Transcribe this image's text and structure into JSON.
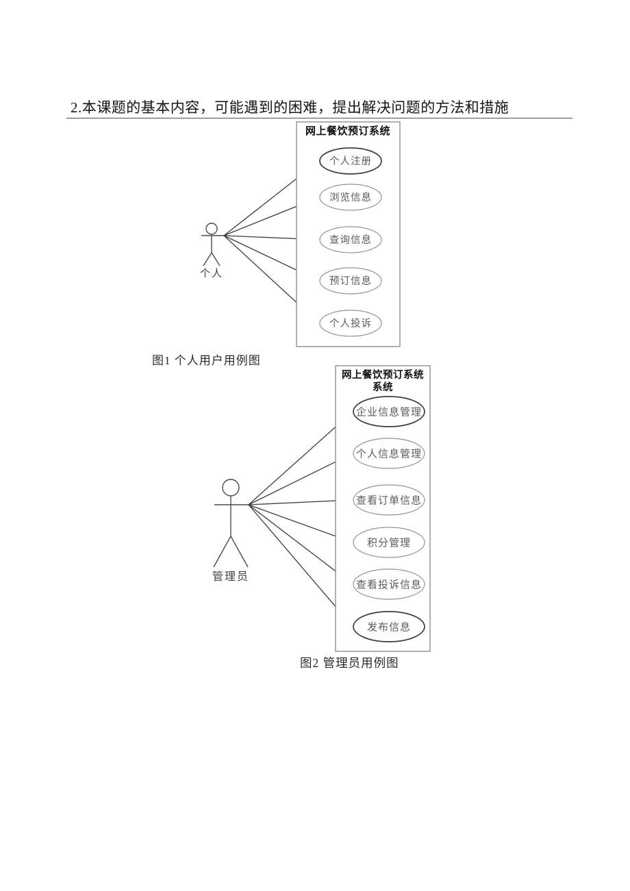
{
  "page": {
    "heading": "2.本课题的基本内容，可能遇到的困难，提出解决问题的方法和措施"
  },
  "diagrams": [
    {
      "system_title_lines": [
        "网上餐饮预订系统"
      ],
      "actor": {
        "label": "个人"
      },
      "use_cases": [
        {
          "label": "个人注册",
          "emphasis": true
        },
        {
          "label": "浏览信息",
          "emphasis": false
        },
        {
          "label": "查询信息",
          "emphasis": false
        },
        {
          "label": "预订信息",
          "emphasis": false
        },
        {
          "label": "个人投诉",
          "emphasis": false
        }
      ],
      "caption": "图1 个人用户用例图"
    },
    {
      "system_title_lines": [
        "网上餐饮预订系统",
        "系统"
      ],
      "actor": {
        "label": "管理员"
      },
      "use_cases": [
        {
          "label": "企业信息管理",
          "emphasis": true
        },
        {
          "label": "个人信息管理",
          "emphasis": false
        },
        {
          "label": "查看订单信息",
          "emphasis": false
        },
        {
          "label": "积分管理",
          "emphasis": false
        },
        {
          "label": "查看投诉信息",
          "emphasis": false
        },
        {
          "label": "发布信息",
          "emphasis": true
        }
      ],
      "caption": "图2 管理员用例图"
    }
  ],
  "colors": {
    "line_ink": "#3c3c3c",
    "box_border": "#8e8e8e",
    "ellipse_border": "#949494",
    "ellipse_border_emphasis": "#3d3d3d",
    "usecase_text": "#5a5a5a",
    "title_text": "#101010",
    "actor_ink": "#4a4a4a",
    "actor_text": "#3f3f3f"
  }
}
